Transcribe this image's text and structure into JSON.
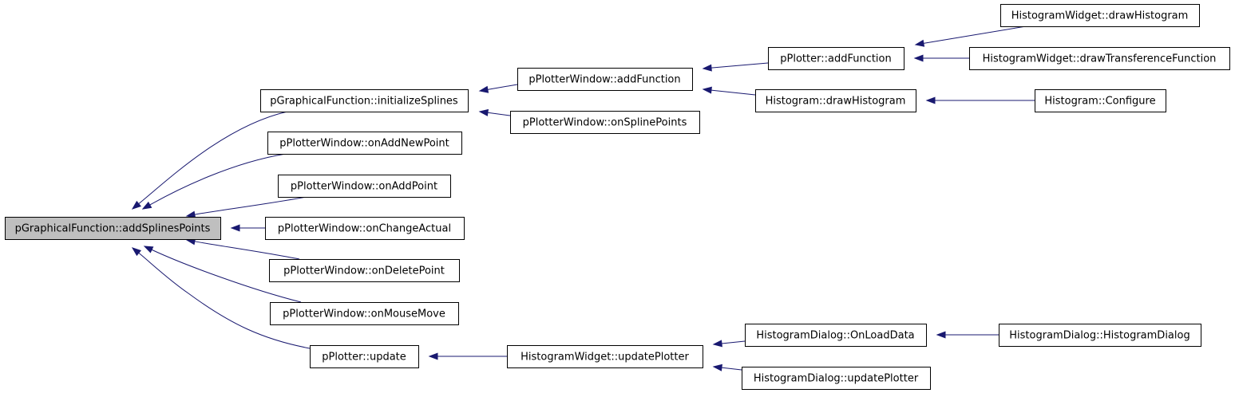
{
  "graph": {
    "type": "caller-graph",
    "colors": {
      "edge": "#191970",
      "root_fill": "#bfbfbf",
      "node_fill": "#ffffff",
      "node_border": "#000000"
    },
    "nodes": [
      {
        "id": "n0",
        "label": "pGraphicalFunction::addSplinesPoints",
        "root": true
      },
      {
        "id": "n1",
        "label": "pGraphicalFunction::initializeSplines"
      },
      {
        "id": "n2",
        "label": "pPlotterWindow::addFunction"
      },
      {
        "id": "n3",
        "label": "pPlotter::addFunction"
      },
      {
        "id": "n4",
        "label": "HistogramWidget::drawHistogram"
      },
      {
        "id": "n5",
        "label": "HistogramWidget::drawTransferenceFunction"
      },
      {
        "id": "n6",
        "label": "Histogram::drawHistogram"
      },
      {
        "id": "n7",
        "label": "Histogram::Configure"
      },
      {
        "id": "n8",
        "label": "pPlotterWindow::onSplinePoints"
      },
      {
        "id": "n9",
        "label": "pPlotterWindow::onAddNewPoint"
      },
      {
        "id": "n10",
        "label": "pPlotterWindow::onAddPoint"
      },
      {
        "id": "n11",
        "label": "pPlotterWindow::onChangeActual"
      },
      {
        "id": "n12",
        "label": "pPlotterWindow::onDeletePoint"
      },
      {
        "id": "n13",
        "label": "pPlotterWindow::onMouseMove"
      },
      {
        "id": "n14",
        "label": "pPlotter::update"
      },
      {
        "id": "n15",
        "label": "HistogramWidget::updatePlotter"
      },
      {
        "id": "n16",
        "label": "HistogramDialog::OnLoadData"
      },
      {
        "id": "n17",
        "label": "HistogramDialog::HistogramDialog"
      },
      {
        "id": "n18",
        "label": "HistogramDialog::updatePlotter"
      }
    ],
    "edges": [
      {
        "from": "n1",
        "to": "n0"
      },
      {
        "from": "n2",
        "to": "n1"
      },
      {
        "from": "n3",
        "to": "n2"
      },
      {
        "from": "n4",
        "to": "n3"
      },
      {
        "from": "n5",
        "to": "n3"
      },
      {
        "from": "n6",
        "to": "n2"
      },
      {
        "from": "n7",
        "to": "n6"
      },
      {
        "from": "n8",
        "to": "n1"
      },
      {
        "from": "n9",
        "to": "n0"
      },
      {
        "from": "n10",
        "to": "n0"
      },
      {
        "from": "n11",
        "to": "n0"
      },
      {
        "from": "n12",
        "to": "n0"
      },
      {
        "from": "n13",
        "to": "n0"
      },
      {
        "from": "n14",
        "to": "n0"
      },
      {
        "from": "n15",
        "to": "n14"
      },
      {
        "from": "n16",
        "to": "n15"
      },
      {
        "from": "n17",
        "to": "n16"
      },
      {
        "from": "n18",
        "to": "n15"
      }
    ]
  }
}
